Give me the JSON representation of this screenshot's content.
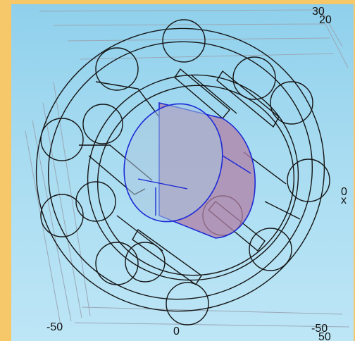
{
  "viewport": {
    "axis_ticks": {
      "top_right_1": "30",
      "top_right_2": "20",
      "bottom_left": "-50",
      "bottom_center": "0",
      "bottom_right_1": "-50",
      "bottom_right_2": "50",
      "right_edge": "0",
      "right_axis_letter": "x"
    },
    "colors": {
      "background_top": "#8fd0ec",
      "background_bottom": "#bde6f6",
      "selected_edge": "#1c2ad6",
      "selected_face": "#b07fa6",
      "wireframe": "#151515",
      "frame": "#f6c86a"
    }
  }
}
